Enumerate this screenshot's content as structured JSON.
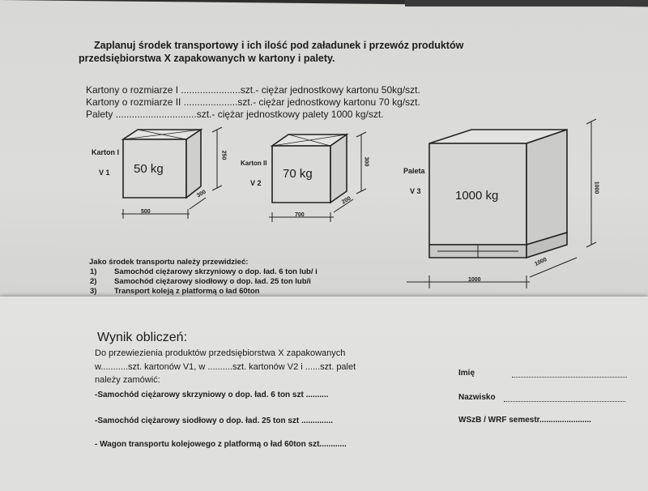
{
  "title_line1": "Zaplanuj środek transportowy i ich ilość pod załadunek i przewóz produktów",
  "title_line2": "przedsiębiorstwa X zapakowanych w kartony i palety.",
  "items": [
    {
      "name": "Kartony o rozmiarze  I",
      "fill": "......................szt.- ciężar jednostkowy kartonu  50kg/szt."
    },
    {
      "name": "Kartony o rozmiarze  II",
      "fill": "....................szt.- ciężar jednostkowy kartonu  70 kg/szt."
    },
    {
      "name": "Palety",
      "fill": "..............................szt.- ciężar jednostkowy palety 1000 kg/szt."
    }
  ],
  "box1": {
    "label": "Karton I",
    "code": "V 1",
    "weight": "50 kg",
    "dim_w": "500",
    "dim_d": "300",
    "dim_h": "250"
  },
  "box2": {
    "label": "Karton II",
    "code": "V 2",
    "weight": "70 kg",
    "dim_w": "700",
    "dim_d": "200",
    "dim_h": "300"
  },
  "pallet": {
    "label": "Paleta",
    "code": "V 3",
    "weight": "1000 kg",
    "dim_w": "1000",
    "dim_d": "1000",
    "dim_h": "1000"
  },
  "transport_intro": "Jako środek transportu należy przewidzieć:",
  "transport": [
    {
      "num": "1)",
      "text": "Samochód ciężarowy  skrzyniowy  o dop. ład. 6 ton lub/ i"
    },
    {
      "num": "2)",
      "text": "Samochód ciężarowy  siodłowy  o dop. ład. 25 ton lub/i"
    },
    {
      "num": "3)",
      "text": "Transport koleją z platformą o ład 60ton"
    }
  ],
  "result_heading": "Wynik obliczeń:",
  "result_line1": "Do przewiezienia  produktów przedsiębiorstwa X zapakowanych",
  "result_line2": "w...........szt. kartonów V1, w ..........szt. kartonów V2 i ......szt. palet",
  "result_line3": "należy zamówić:",
  "orders": [
    "-Samochód ciężarowy   skrzyniowy  o dop. ład. 6 ton szt ..........",
    "-Samochód ciężarowy   siodłowy  o dop. ład. 25 ton szt ..............",
    "- Wagon transportu kolejowego z platformą o ład 60ton szt............"
  ],
  "signature": {
    "first_name": "Imię",
    "last_name": "Nazwisko",
    "school": "WSzB / WRF semestr......................."
  }
}
